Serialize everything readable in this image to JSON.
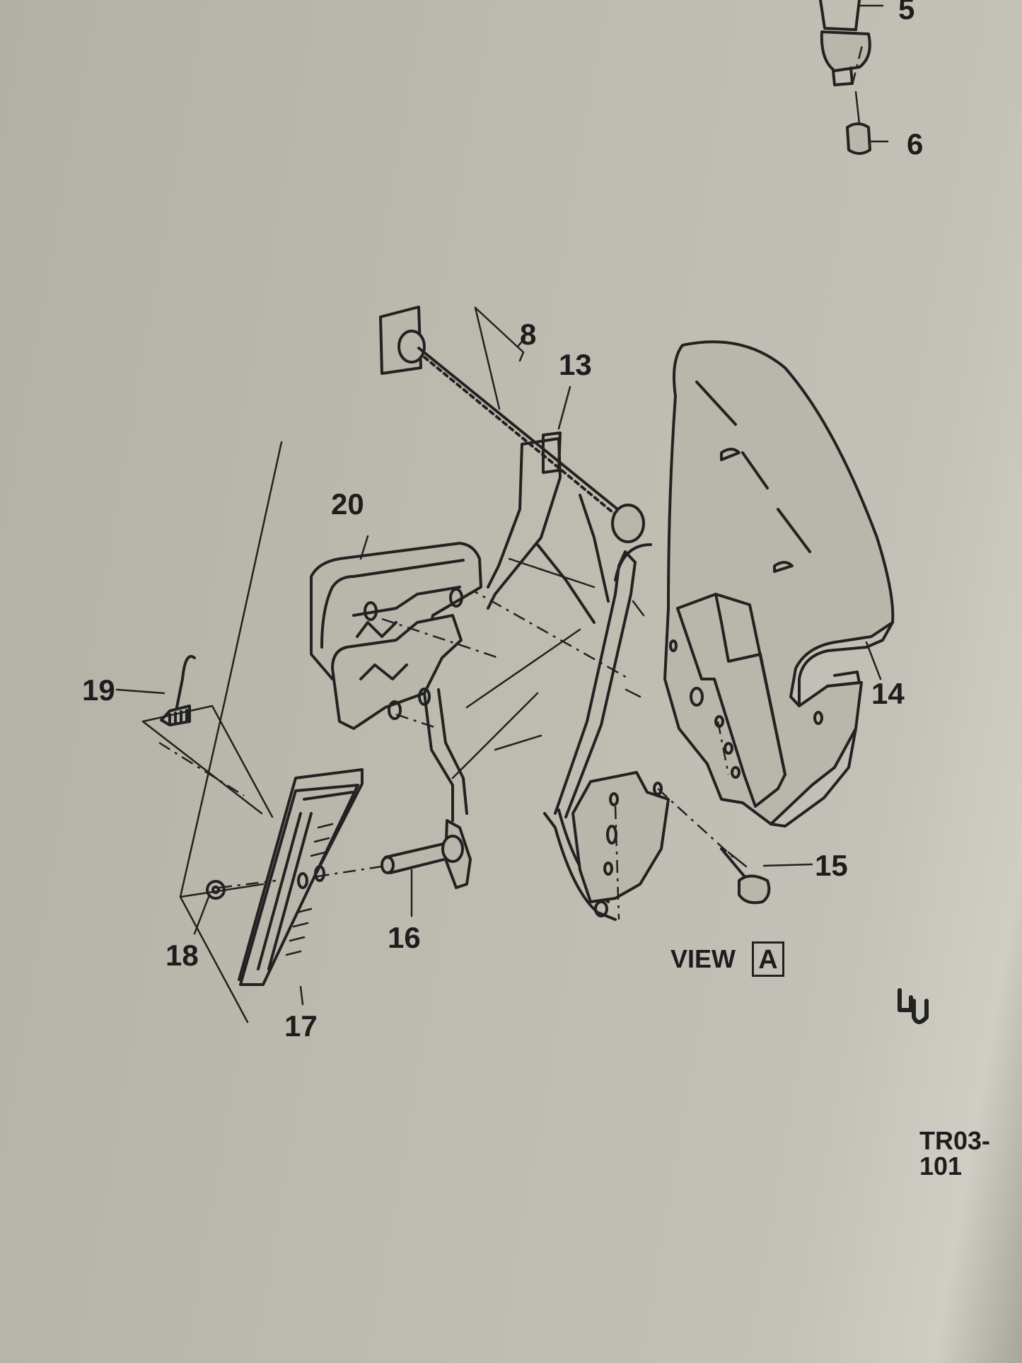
{
  "callouts": {
    "c5": "5",
    "c6": "6",
    "c8": "8",
    "c13": "13",
    "c14": "14",
    "c15": "15",
    "c16": "16",
    "c17": "17",
    "c18": "18",
    "c19": "19",
    "c20": "20"
  },
  "view": {
    "label": "VIEW",
    "letter": "A"
  },
  "figure_code": "TR03-101"
}
